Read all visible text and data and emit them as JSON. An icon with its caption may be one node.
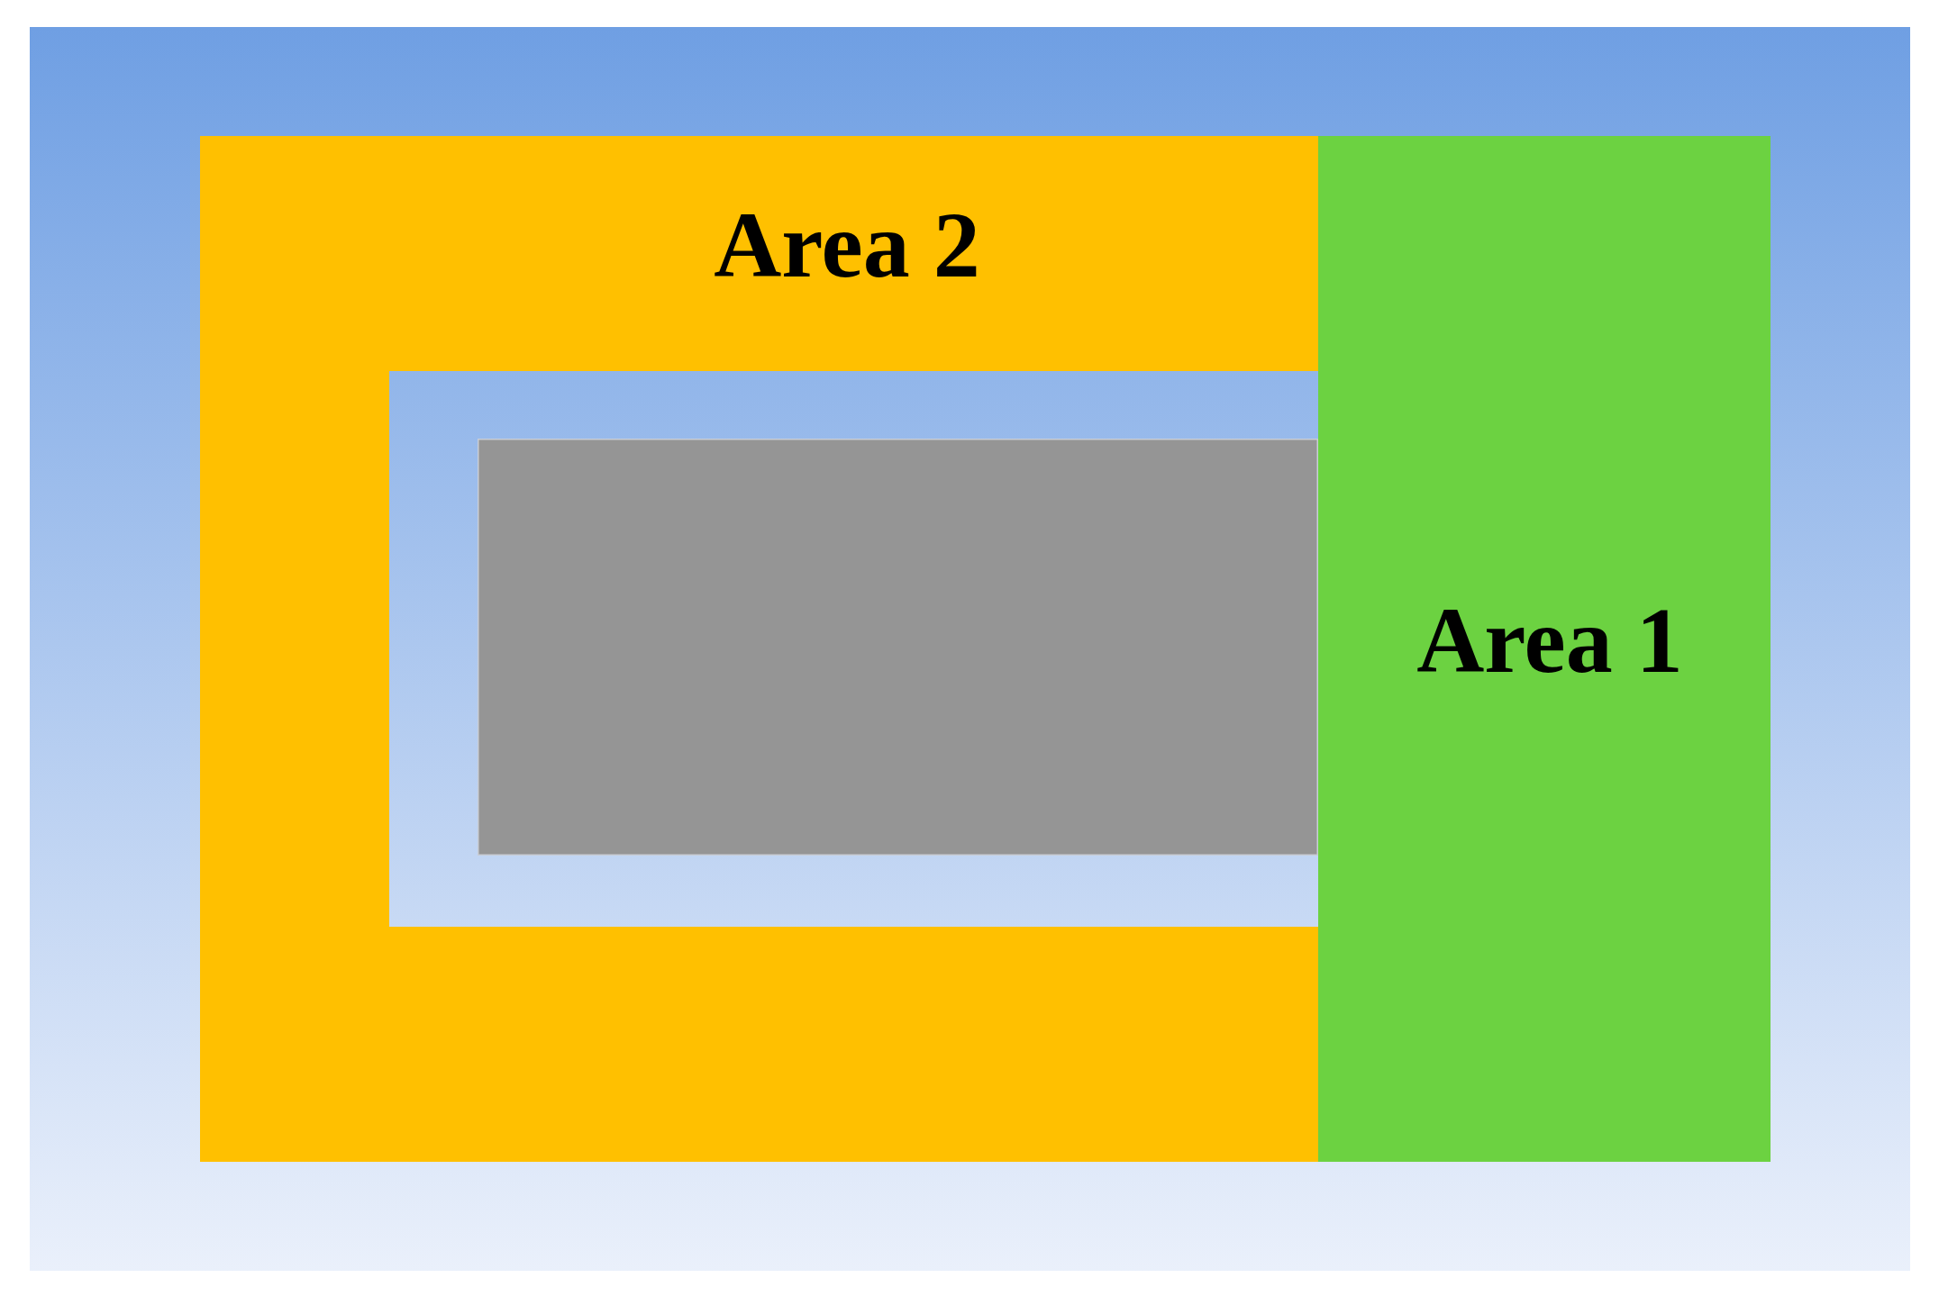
{
  "diagram": {
    "nodes": [
      {
        "text": [
          "Area 2"
        ]
      },
      {
        "text": [
          "Area 1"
        ]
      },
      {
        "text": [],
        "shape": "box"
      }
    ]
  }
}
